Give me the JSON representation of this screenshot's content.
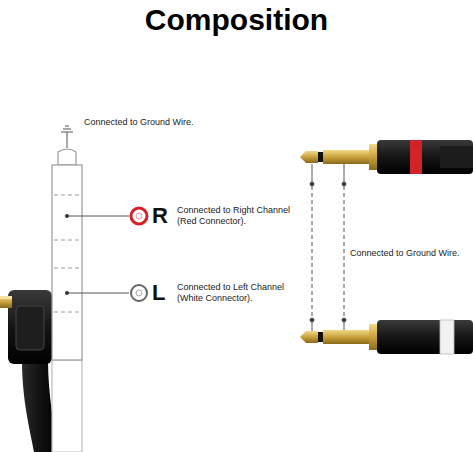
{
  "diagram": {
    "title": "Composition",
    "labels": [
      "Connected to Ground Wire.",
      "R",
      "Connected to Right Channel (Red Connector).",
      "L",
      "Connected to Left Channel (White Connector).",
      "Connected to Ground Wire."
    ]
  }
}
